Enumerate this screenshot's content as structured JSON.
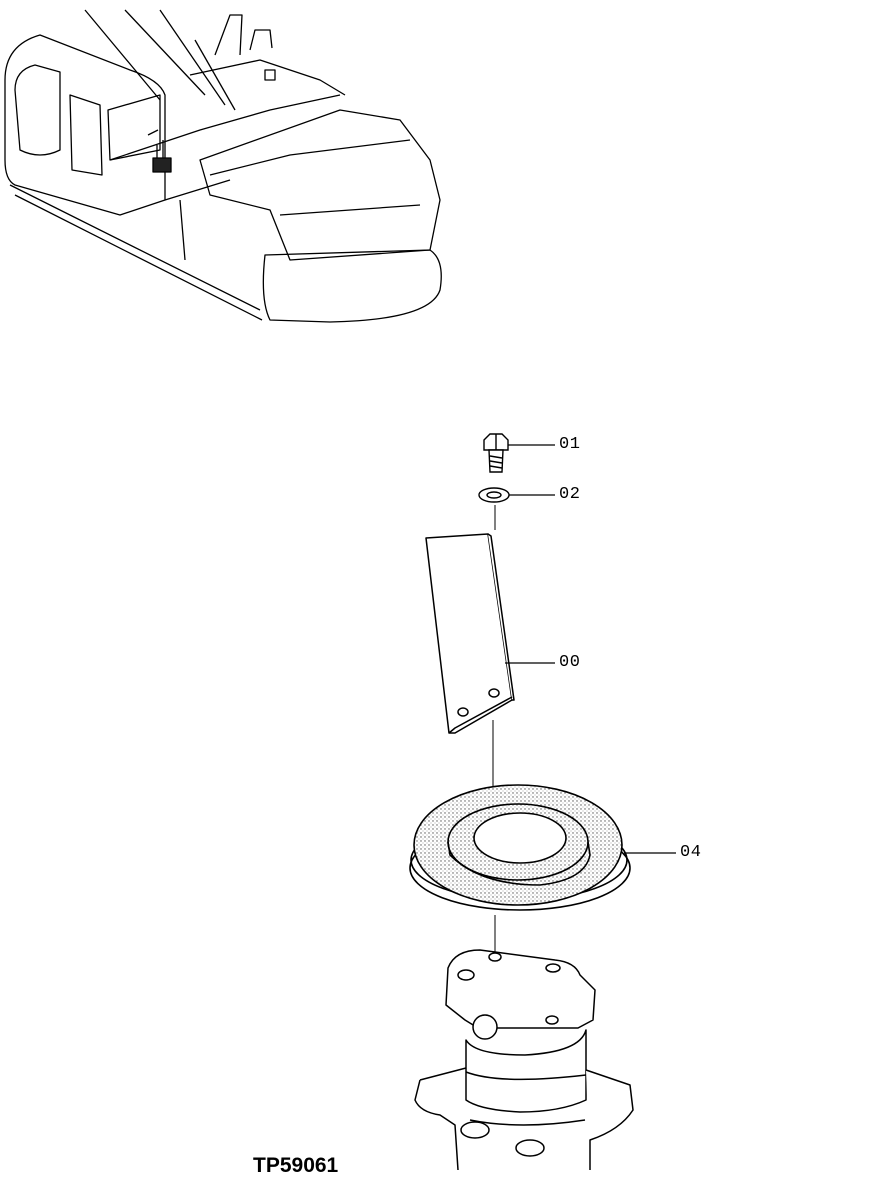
{
  "figure": {
    "document_code": "TP59061"
  },
  "callouts": [
    {
      "id": "01",
      "part": "bolt"
    },
    {
      "id": "02",
      "part": "washer"
    },
    {
      "id": "00",
      "part": "bracket"
    },
    {
      "id": "04",
      "part": "ring-seal"
    }
  ]
}
